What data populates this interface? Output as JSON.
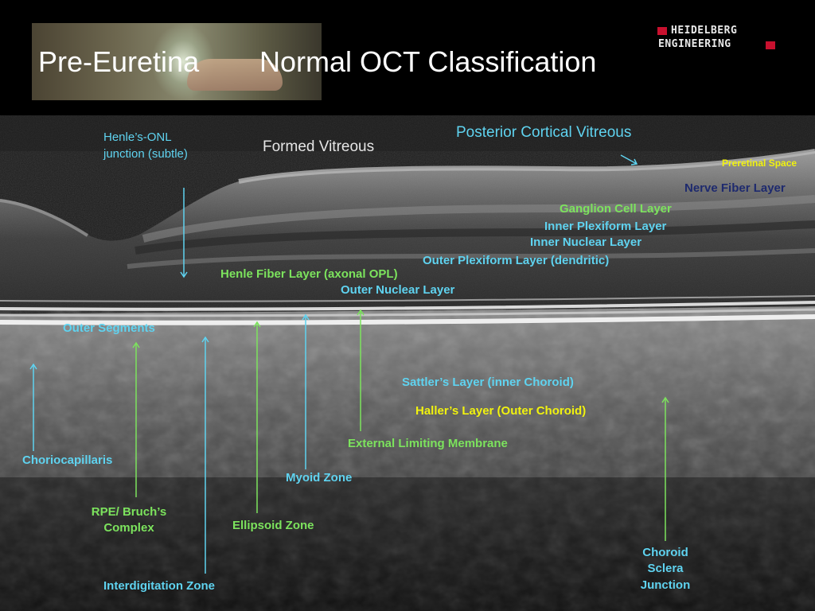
{
  "title": {
    "left": "Pre-Euretina",
    "right": "Normal OCT Classification"
  },
  "logo": {
    "line1": "HEIDELBERG",
    "line2": "ENGINEERING",
    "accent": "#c8102e"
  },
  "colors": {
    "cyan": "#5fd3f0",
    "green": "#7ce35d",
    "yellow": "#f1f20f",
    "navy": "#1e2a6e"
  },
  "labels": {
    "henle_onl_1": "Henle’s-ONL",
    "henle_onl_2": "junction (subtle)",
    "formed_vitreous": "Formed Vitreous",
    "posterior_cortical": "Posterior Cortical Vitreous",
    "preretinal_space": "Preretinal Space",
    "nerve_fiber": "Nerve Fiber Layer",
    "ganglion": "Ganglion Cell Layer",
    "inner_plexiform": "Inner Plexiform Layer",
    "inner_nuclear": "Inner Nuclear Layer",
    "outer_plexiform": "Outer Plexiform Layer (dendritic)",
    "henle_fiber": "Henle Fiber Layer  (axonal OPL)",
    "outer_nuclear": "Outer Nuclear Layer",
    "outer_segments": "Outer Segments",
    "sattler": "Sattler’s Layer (inner Choroid)",
    "haller": "Haller’s Layer (Outer Choroid)",
    "elm": "External Limiting Membrane",
    "choriocapillaris": "Choriocapillaris",
    "myoid": "Myoid Zone",
    "rpe_1": "RPE/ Bruch’s",
    "rpe_2": "Complex",
    "ellipsoid": "Ellipsoid Zone",
    "choroid_1": "Choroid",
    "choroid_2": "Sclera",
    "choroid_3": "Junction",
    "interdigitation": "Interdigitation Zone"
  }
}
